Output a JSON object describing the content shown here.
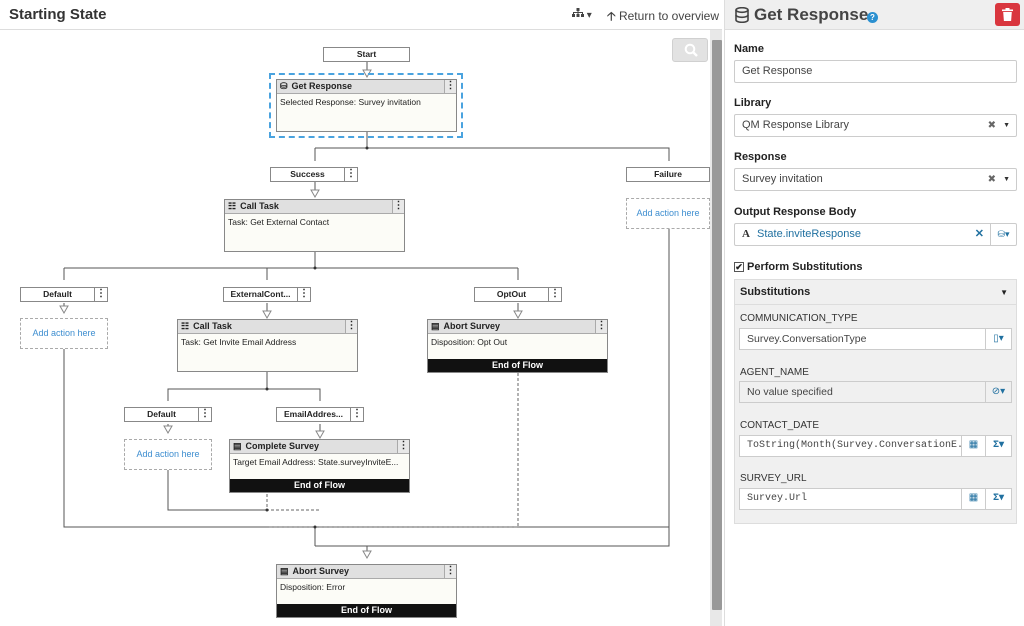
{
  "left": {
    "title": "Starting State",
    "return_label": "Return to overview"
  },
  "flow": {
    "start_label": "Start",
    "get_response": {
      "title": "Get Response",
      "body": "Selected Response: Survey invitation"
    },
    "success_label": "Success",
    "failure_label": "Failure",
    "add_action_label": "Add action here",
    "call_task_1": {
      "title": "Call Task",
      "body": "Task: Get External Contact"
    },
    "default_label": "Default",
    "external_contact_label": "ExternalCont...",
    "optout_label": "OptOut",
    "call_task_2": {
      "title": "Call Task",
      "body": "Task: Get Invite Email Address"
    },
    "abort_survey_1": {
      "title": "Abort Survey",
      "body": "Disposition: Opt Out",
      "footer": "End of Flow"
    },
    "email_address_label": "EmailAddres...",
    "complete_survey": {
      "title": "Complete Survey",
      "body": "Target Email Address: State.surveyInviteE...",
      "footer": "End of Flow"
    },
    "abort_survey_2": {
      "title": "Abort Survey",
      "body": "Disposition: Error",
      "footer": "End of Flow"
    }
  },
  "panel": {
    "title": "Get Response",
    "name_label": "Name",
    "name_value": "Get Response",
    "library_label": "Library",
    "library_value": "QM Response Library",
    "response_label": "Response",
    "response_value": "Survey invitation",
    "output_label": "Output Response Body",
    "output_value": "State.inviteResponse",
    "perform_label": "Perform Substitutions",
    "perform_checked": true,
    "subs_title": "Substitutions",
    "subs": [
      {
        "label": "COMMUNICATION_TYPE",
        "value": "Survey.ConversationType"
      },
      {
        "label": "AGENT_NAME",
        "value": "No value specified"
      },
      {
        "label": "CONTACT_DATE",
        "value": "ToString(Month(Survey.ConversationE..."
      },
      {
        "label": "SURVEY_URL",
        "value": "Survey.Url"
      }
    ]
  },
  "colors": {
    "accent_blue": "#2b90d0",
    "delete_red": "#d9363e",
    "link_blue": "#3e8ed0",
    "selection": "#4aa3df"
  }
}
